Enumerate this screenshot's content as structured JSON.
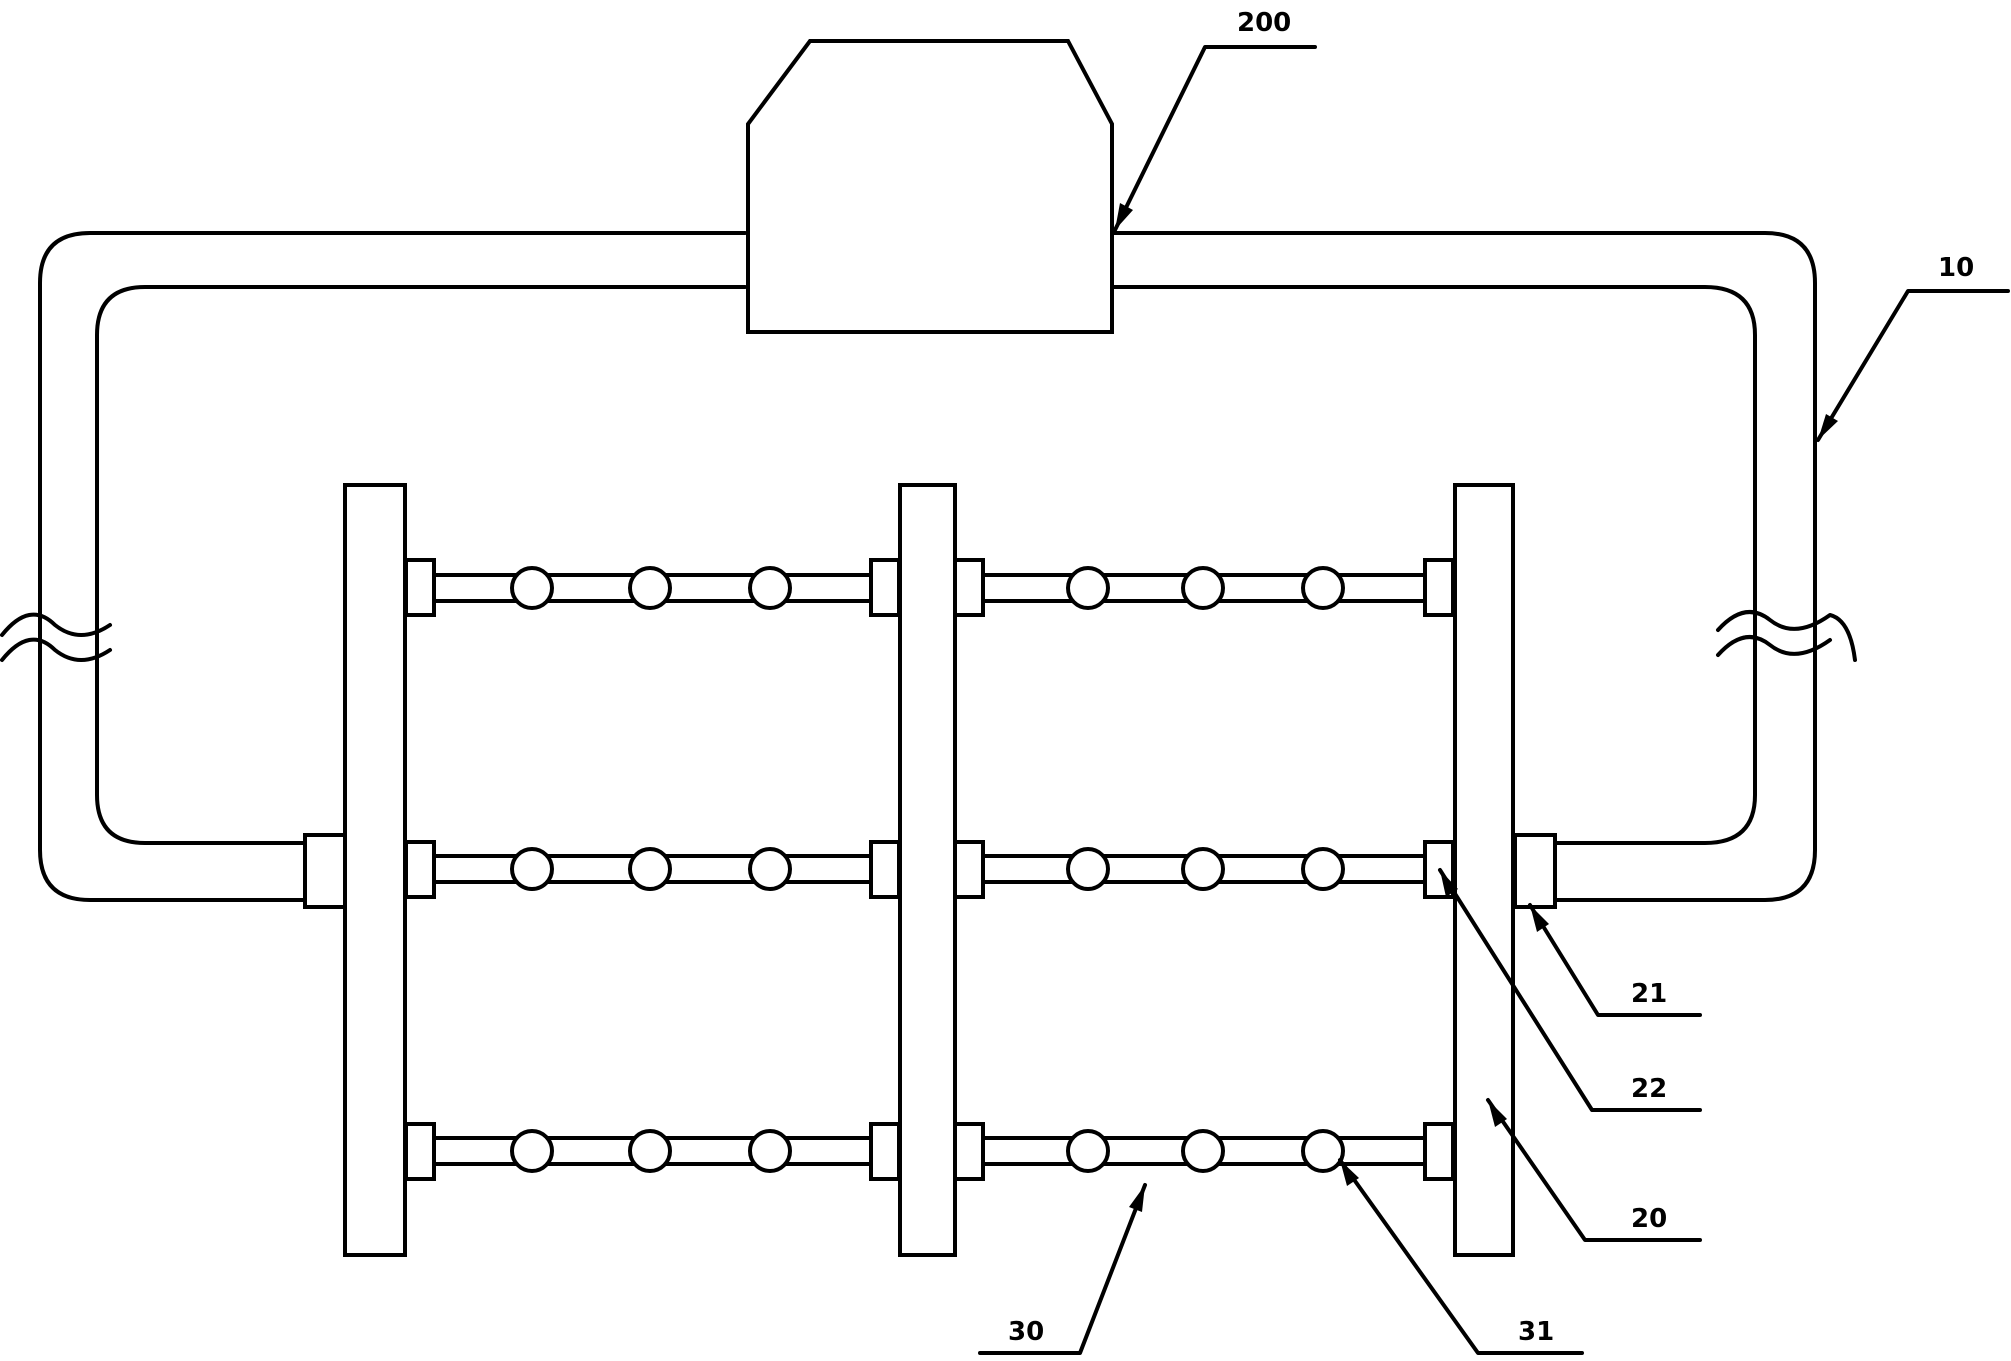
{
  "labels": {
    "main_unit": "200",
    "outer_pipe": "10",
    "end_fitting": "21",
    "inner_fitting": "22",
    "manifold": "20",
    "branch_pipe": "30",
    "nozzle": "31"
  }
}
